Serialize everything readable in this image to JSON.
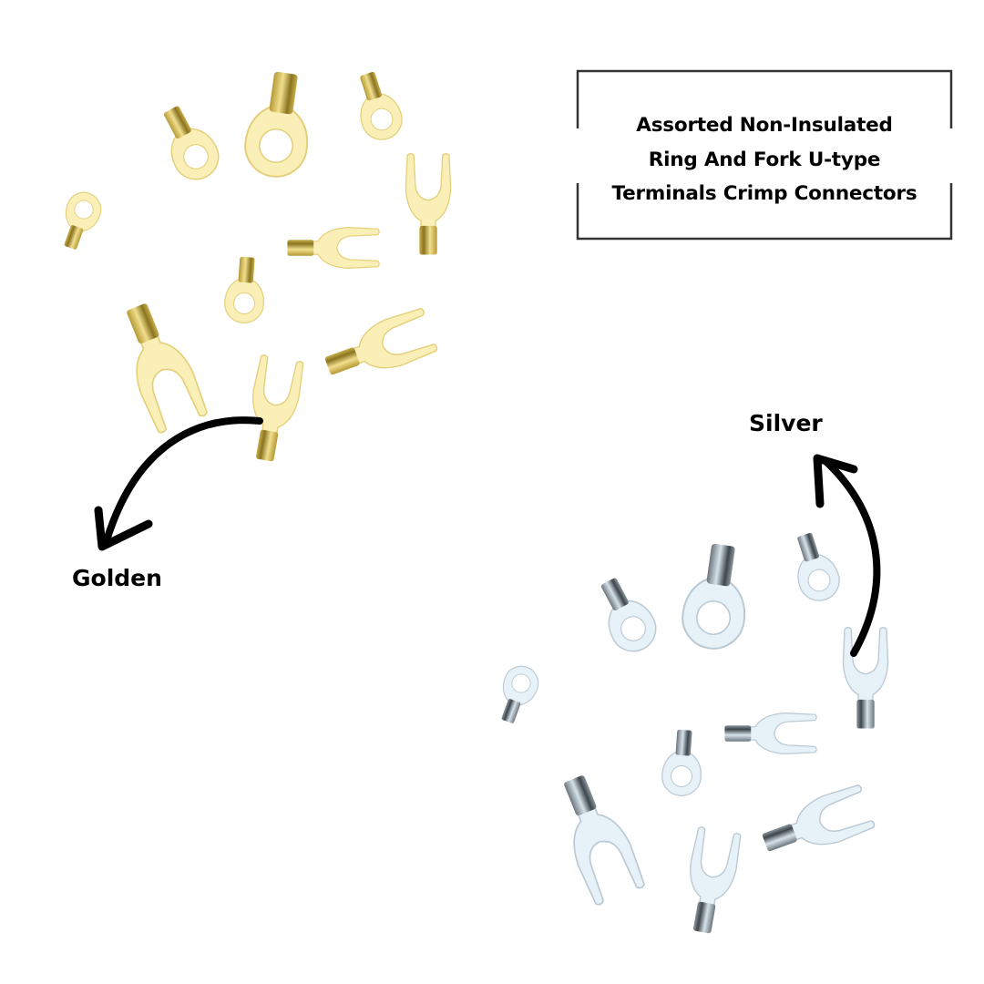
{
  "title": {
    "lines": [
      "Assorted Non-Insulated",
      "Ring And Fork U-type",
      "Terminals Crimp Connectors"
    ]
  },
  "labels": {
    "golden": "Golden",
    "silver": "Silver"
  },
  "colors": {
    "gold_light": "#fbefb8",
    "gold_mid": "#e3cf7a",
    "gold_dark": "#8a7420",
    "silver_light": "#e6f1f8",
    "silver_mid": "#b9c9d4",
    "silver_dark": "#4d565c",
    "text": "#000000",
    "frame": "#333333"
  },
  "illustrations": {
    "golden_cluster": "gold ring and fork crimp terminals",
    "silver_cluster": "silver ring and fork crimp terminals"
  }
}
